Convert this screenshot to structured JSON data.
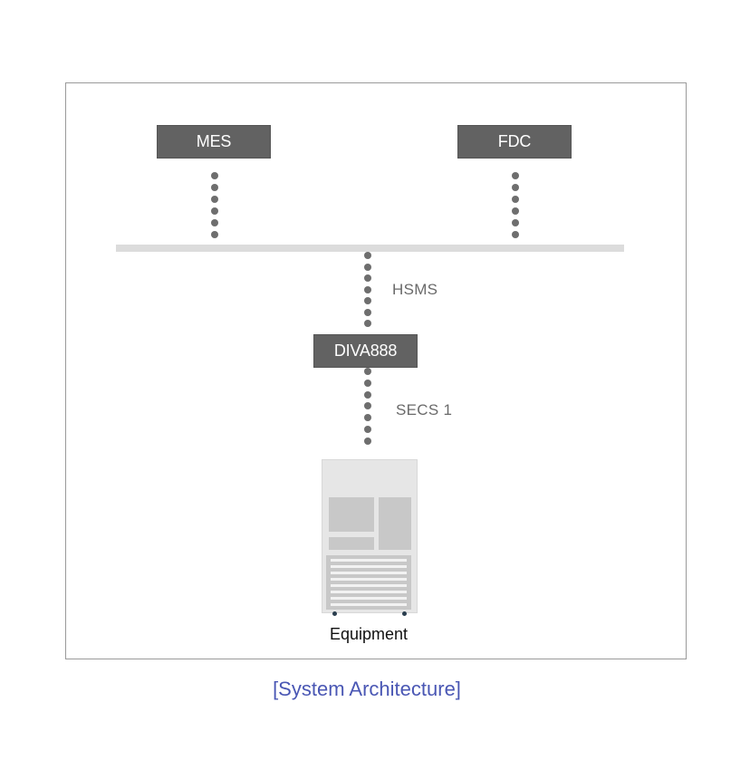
{
  "nodes": {
    "mes": "MES",
    "fdc": "FDC",
    "gateway": "DIVA888"
  },
  "protocols": {
    "upper": "HSMS",
    "lower": "SECS 1"
  },
  "equipment_label": "Equipment",
  "caption": "[System Architecture]",
  "colors": {
    "node_fill": "#626262",
    "bus": "#dcdcdc",
    "connector_dots": "#6e6e6e",
    "protocol_text": "#6a6a6a",
    "caption_text": "#4a57b4",
    "frame_border": "#9a9a9a"
  }
}
